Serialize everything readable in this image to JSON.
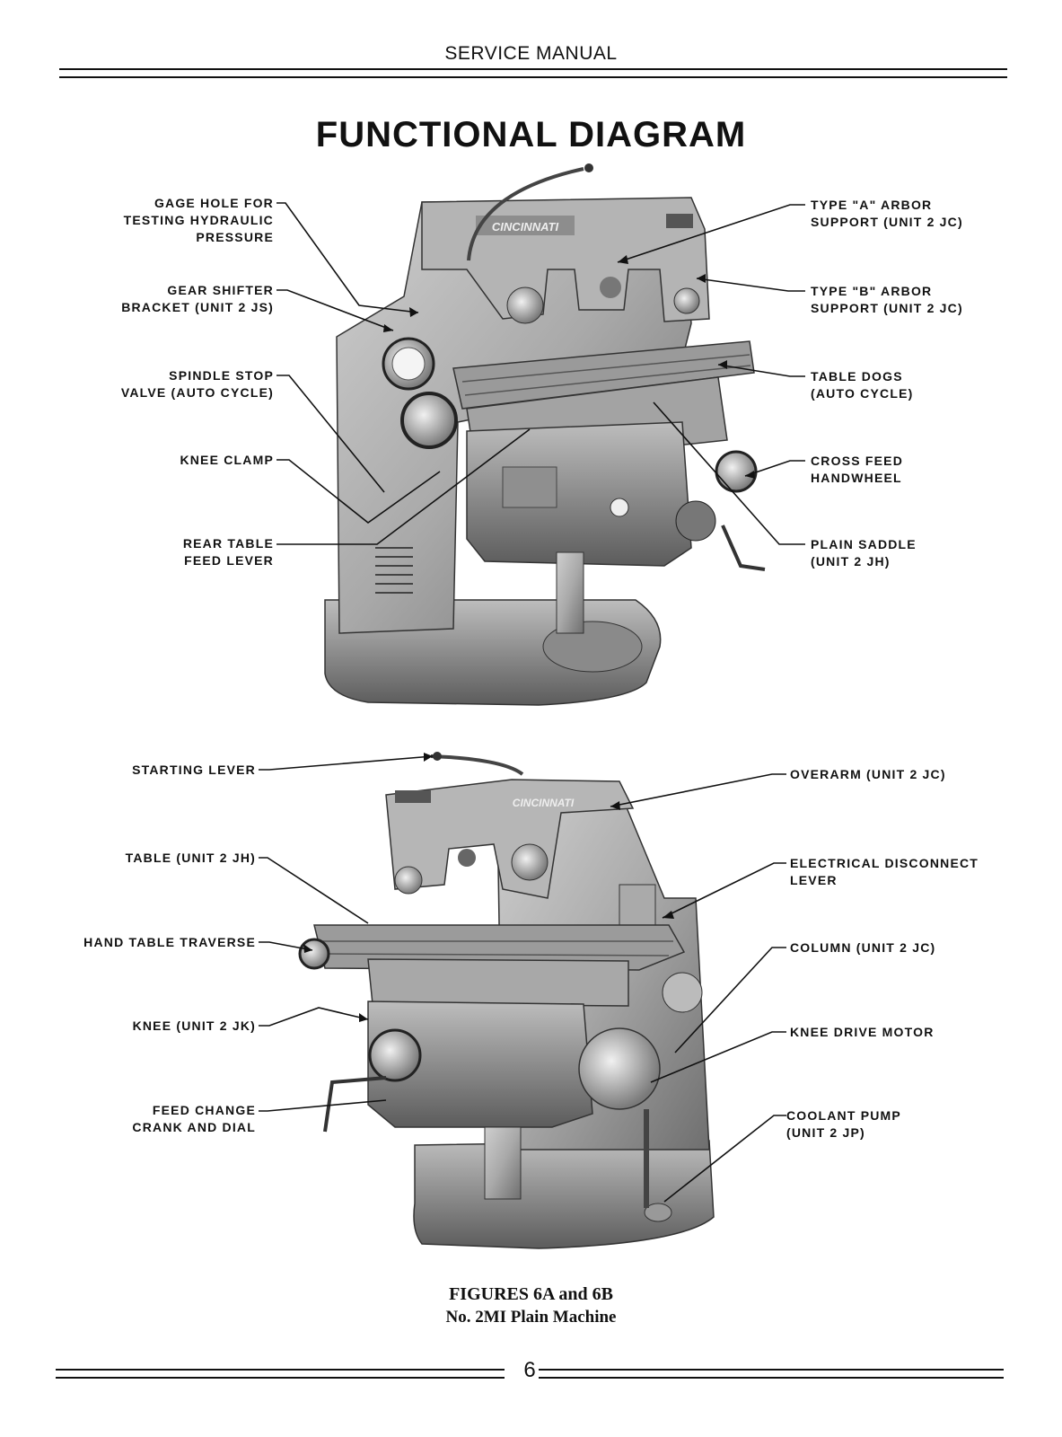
{
  "header": {
    "title": "SERVICE MANUAL"
  },
  "page_title": "FUNCTIONAL DIAGRAM",
  "figure_a": {
    "left_labels": [
      {
        "lines": [
          "GAGE HOLE FOR",
          "TESTING HYDRAULIC",
          "PRESSURE"
        ]
      },
      {
        "lines": [
          "GEAR SHIFTER",
          "BRACKET (UNIT 2 JS)"
        ]
      },
      {
        "lines": [
          "SPINDLE STOP",
          "VALVE (AUTO CYCLE)"
        ]
      },
      {
        "lines": [
          "KNEE CLAMP"
        ]
      },
      {
        "lines": [
          "REAR TABLE",
          "FEED LEVER"
        ]
      }
    ],
    "right_labels": [
      {
        "lines": [
          "TYPE \"A\" ARBOR",
          "SUPPORT (UNIT 2 JC)"
        ]
      },
      {
        "lines": [
          "TYPE \"B\" ARBOR",
          "SUPPORT (UNIT 2 JC)"
        ]
      },
      {
        "lines": [
          "TABLE DOGS",
          "(AUTO CYCLE)"
        ]
      },
      {
        "lines": [
          "CROSS FEED",
          "HANDWHEEL"
        ]
      },
      {
        "lines": [
          "PLAIN SADDLE",
          "(UNIT 2 JH)"
        ]
      }
    ],
    "brand": "CINCINNATI"
  },
  "figure_b": {
    "left_labels": [
      {
        "lines": [
          "STARTING LEVER"
        ]
      },
      {
        "lines": [
          "TABLE (UNIT 2 JH)"
        ]
      },
      {
        "lines": [
          "HAND TABLE TRAVERSE"
        ]
      },
      {
        "lines": [
          "KNEE (UNIT 2 JK)"
        ]
      },
      {
        "lines": [
          "FEED CHANGE",
          "CRANK AND DIAL"
        ]
      }
    ],
    "right_labels": [
      {
        "lines": [
          "OVERARM (UNIT 2 JC)"
        ]
      },
      {
        "lines": [
          "ELECTRICAL DISCONNECT",
          "LEVER"
        ]
      },
      {
        "lines": [
          "COLUMN (UNIT 2 JC)"
        ]
      },
      {
        "lines": [
          "KNEE DRIVE MOTOR"
        ]
      },
      {
        "lines": [
          "COOLANT PUMP",
          "(UNIT 2 JP)"
        ]
      }
    ],
    "brand": "CINCINNATI"
  },
  "caption": {
    "line1": "FIGURES 6A and 6B",
    "line2": "No. 2MI Plain Machine"
  },
  "footer": {
    "page_number": "6"
  }
}
